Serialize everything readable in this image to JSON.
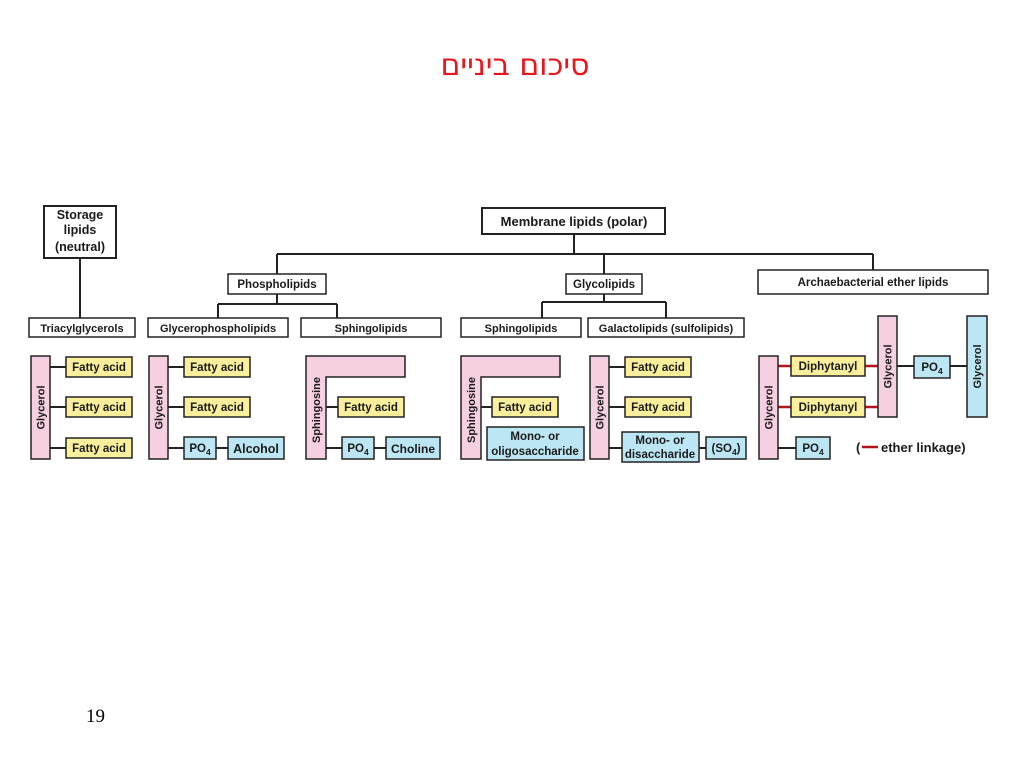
{
  "slide": {
    "title": "סיכום ביניים",
    "page_number": "19"
  },
  "colors": {
    "title": "#e8151b",
    "glycerol_fill": "#f6cfe0",
    "fatty_acid_fill": "#fbef9b",
    "head_group_fill": "#bde6f4",
    "ether_linkage": "#b3131b",
    "line": "#222222"
  },
  "diagram": {
    "storage_lipids": [
      "Storage",
      "lipids",
      "(neutral)"
    ],
    "membrane_lipids": "Membrane lipids (polar)",
    "phospholipids": "Phospholipids",
    "glycolipids": "Glycolipids",
    "archaebacterial": "Archaebacterial ether lipids",
    "triacylglycerols": "Triacylglycerols",
    "glycerophospholipids": "Glycerophospholipids",
    "sphingolipids": "Sphingolipids",
    "galactolipids": "Galactolipids (sulfolipids)",
    "glycerol": "Glycerol",
    "sphingosine": "Sphingosine",
    "fatty_acid": "Fatty acid",
    "po4_base": "PO",
    "po4_sub": "4",
    "alcohol": "Alcohol",
    "choline": "Choline",
    "mono_oligo": [
      "Mono- or",
      "oligosaccharide"
    ],
    "mono_di": [
      "Mono- or",
      "disaccharide"
    ],
    "so4_open": "(SO",
    "so4_sub": "4",
    "so4_close": ")",
    "diphytanyl": "Diphytanyl",
    "ether_open": "(",
    "ether_text": "ether linkage)"
  }
}
